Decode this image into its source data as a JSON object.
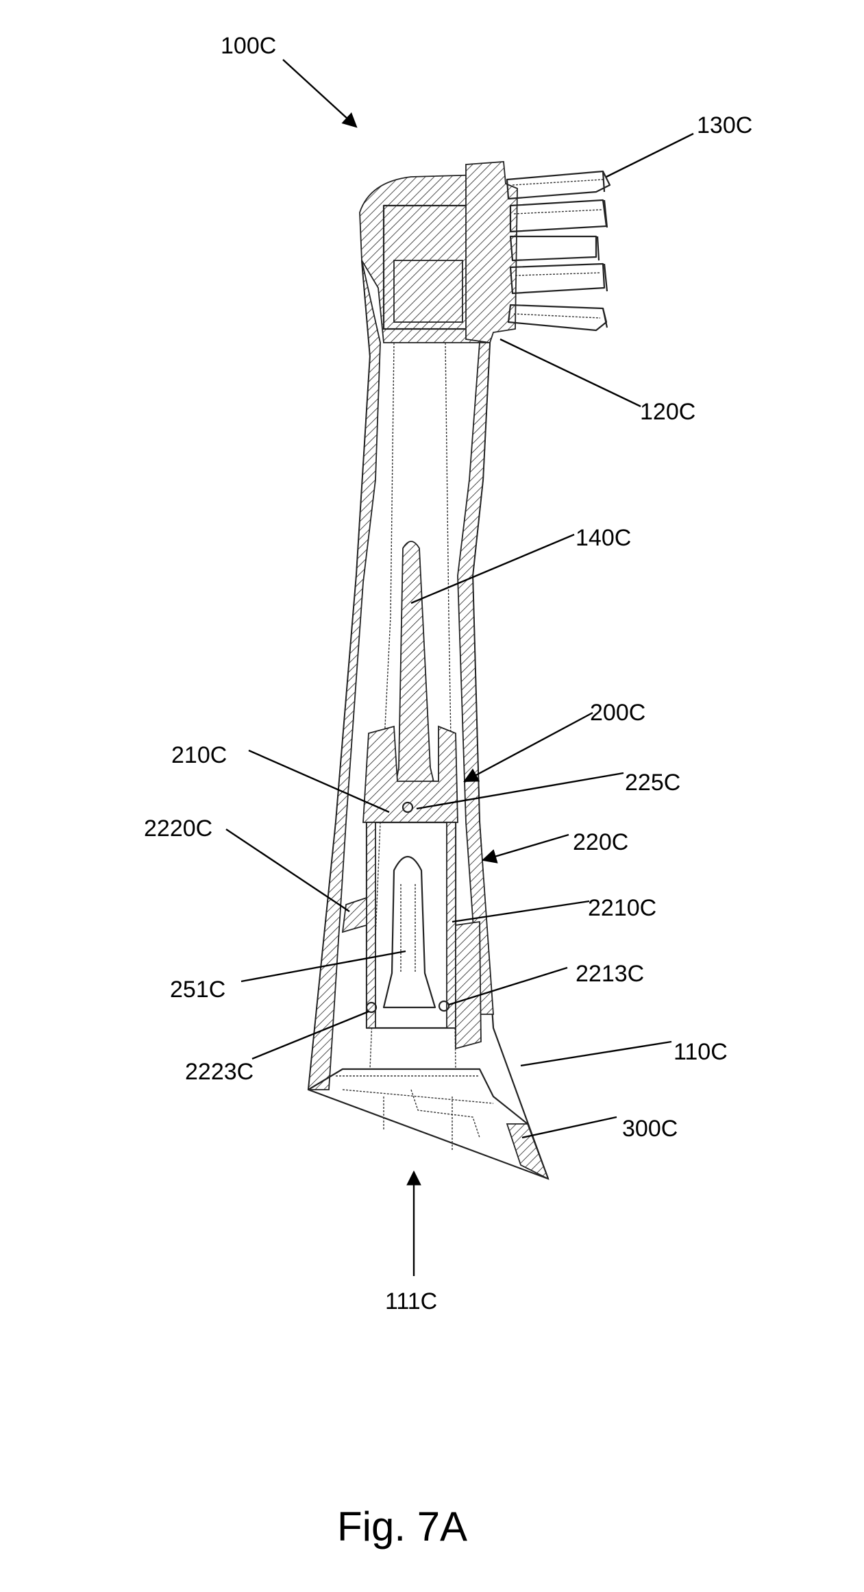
{
  "figure": {
    "caption": "Fig. 7A",
    "labels": [
      {
        "key": "l100",
        "text": "100C"
      },
      {
        "key": "l130",
        "text": "130C"
      },
      {
        "key": "l120",
        "text": "120C"
      },
      {
        "key": "l140",
        "text": "140C"
      },
      {
        "key": "l200",
        "text": "200C"
      },
      {
        "key": "l210",
        "text": "210C"
      },
      {
        "key": "l225",
        "text": "225C"
      },
      {
        "key": "l2220",
        "text": "2220C"
      },
      {
        "key": "l220",
        "text": "220C"
      },
      {
        "key": "l2210",
        "text": "2210C"
      },
      {
        "key": "l251",
        "text": "251C"
      },
      {
        "key": "l2213",
        "text": "2213C"
      },
      {
        "key": "l2223",
        "text": "2223C"
      },
      {
        "key": "l110",
        "text": "110C"
      },
      {
        "key": "l300",
        "text": "300C"
      },
      {
        "key": "l111",
        "text": "111C"
      }
    ]
  }
}
